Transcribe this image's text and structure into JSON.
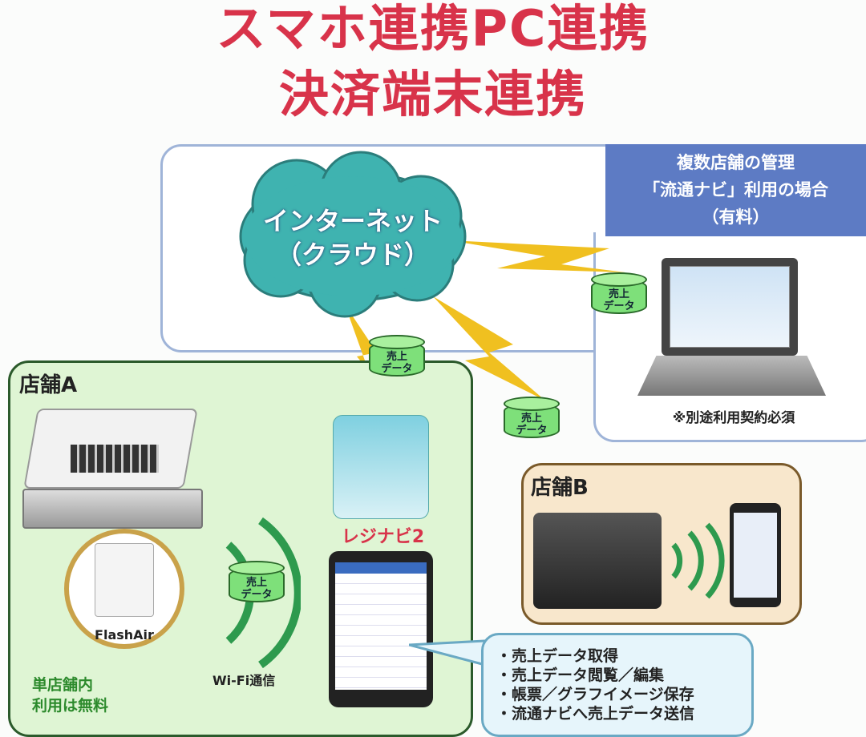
{
  "title": {
    "line1": "スマホ連携PC連携",
    "line2": "決済端末連携"
  },
  "cloud": {
    "line1": "インターネット",
    "line2": "（クラウド）"
  },
  "multi_store": {
    "line1": "複数店舗の管理",
    "line2": "「流通ナビ」利用の場合",
    "line3": "（有料）"
  },
  "laptop_note": "※別途利用契約必須",
  "data_can": {
    "line1": "売上",
    "line2": "データ"
  },
  "store_a": {
    "label": "店舗A",
    "flashair": "FlashAir",
    "note_line1": "単店舗内",
    "note_line2": "利用は無料",
    "wifi": "Wi-Fi通信"
  },
  "store_b": {
    "label": "店舗B"
  },
  "app": {
    "name": "レジナビ2"
  },
  "features": [
    "・売上データ取得",
    "・売上データ閲覧／編集",
    "・帳票／グラフイメージ保存",
    "・流通ナビへ売上データ送信"
  ],
  "colors": {
    "title": "#d8334a",
    "cloud": "#3fb3b0",
    "store_a_bg": "#dff5d4",
    "store_b_bg": "#f8e7cc",
    "lightning": "#f0c020",
    "blue_box": "#5d7bc4"
  }
}
